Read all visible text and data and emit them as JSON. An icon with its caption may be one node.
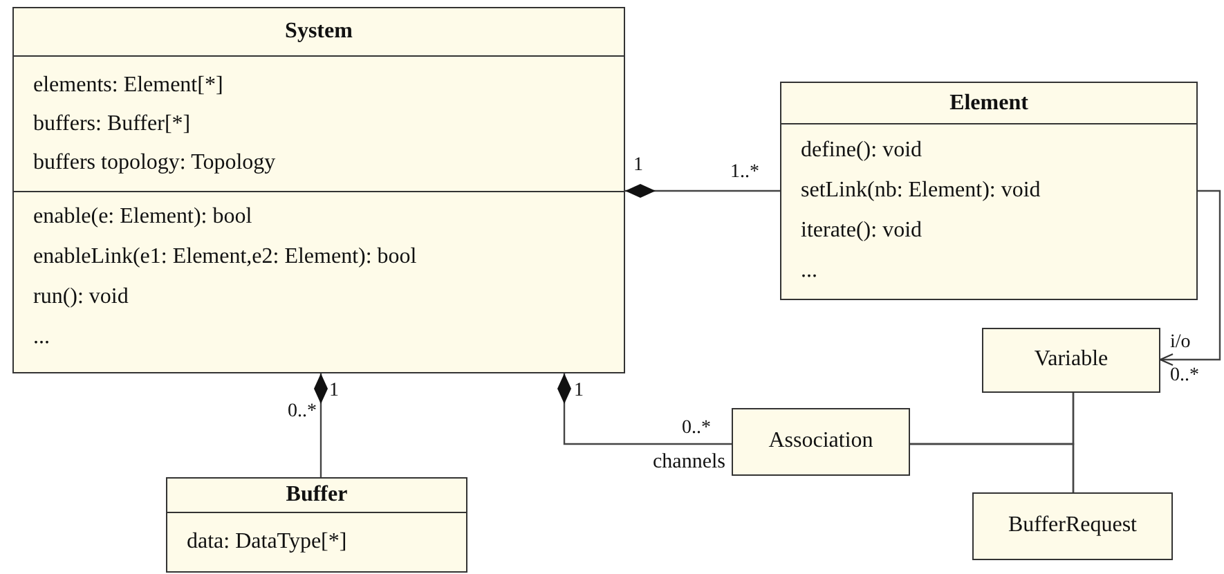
{
  "diagram": {
    "nodes": [
      {
        "text": [
          "System",
          "elements: Element[*]",
          "buffers: Buffer[*]",
          "buffers topology: Topology",
          "enable(e: Element): bool",
          "enableLink(e1: Element,e2: Element): bool",
          "run(): void",
          "..."
        ]
      },
      {
        "text": [
          "Element",
          "define(): void",
          "setLink(nb: Element): void",
          "iterate(): void",
          "..."
        ]
      },
      {
        "text": [
          "Variable"
        ]
      },
      {
        "text": [
          "Association"
        ]
      },
      {
        "text": [
          "BufferRequest"
        ]
      },
      {
        "text": [
          "Buffer",
          "data: DataType[*]"
        ]
      }
    ],
    "edges": [
      {
        "from": 0,
        "to": 1,
        "arrow": "other"
      },
      {
        "from": 0,
        "to": 5,
        "arrow": "other"
      },
      {
        "from": 0,
        "to": 3,
        "arrow": "other",
        "label": "channels"
      },
      {
        "from": 2,
        "to": 4,
        "arrow": "none"
      },
      {
        "from": 3,
        "to": 2,
        "arrow": "none"
      },
      {
        "from": 3,
        "to": 4,
        "arrow": "none"
      },
      {
        "from": 1,
        "to": 2,
        "arrow": "to"
      }
    ],
    "labels": [
      "1",
      "1..*",
      "i/o",
      "0..*",
      "1",
      "1",
      "0..*",
      "0..*"
    ]
  }
}
